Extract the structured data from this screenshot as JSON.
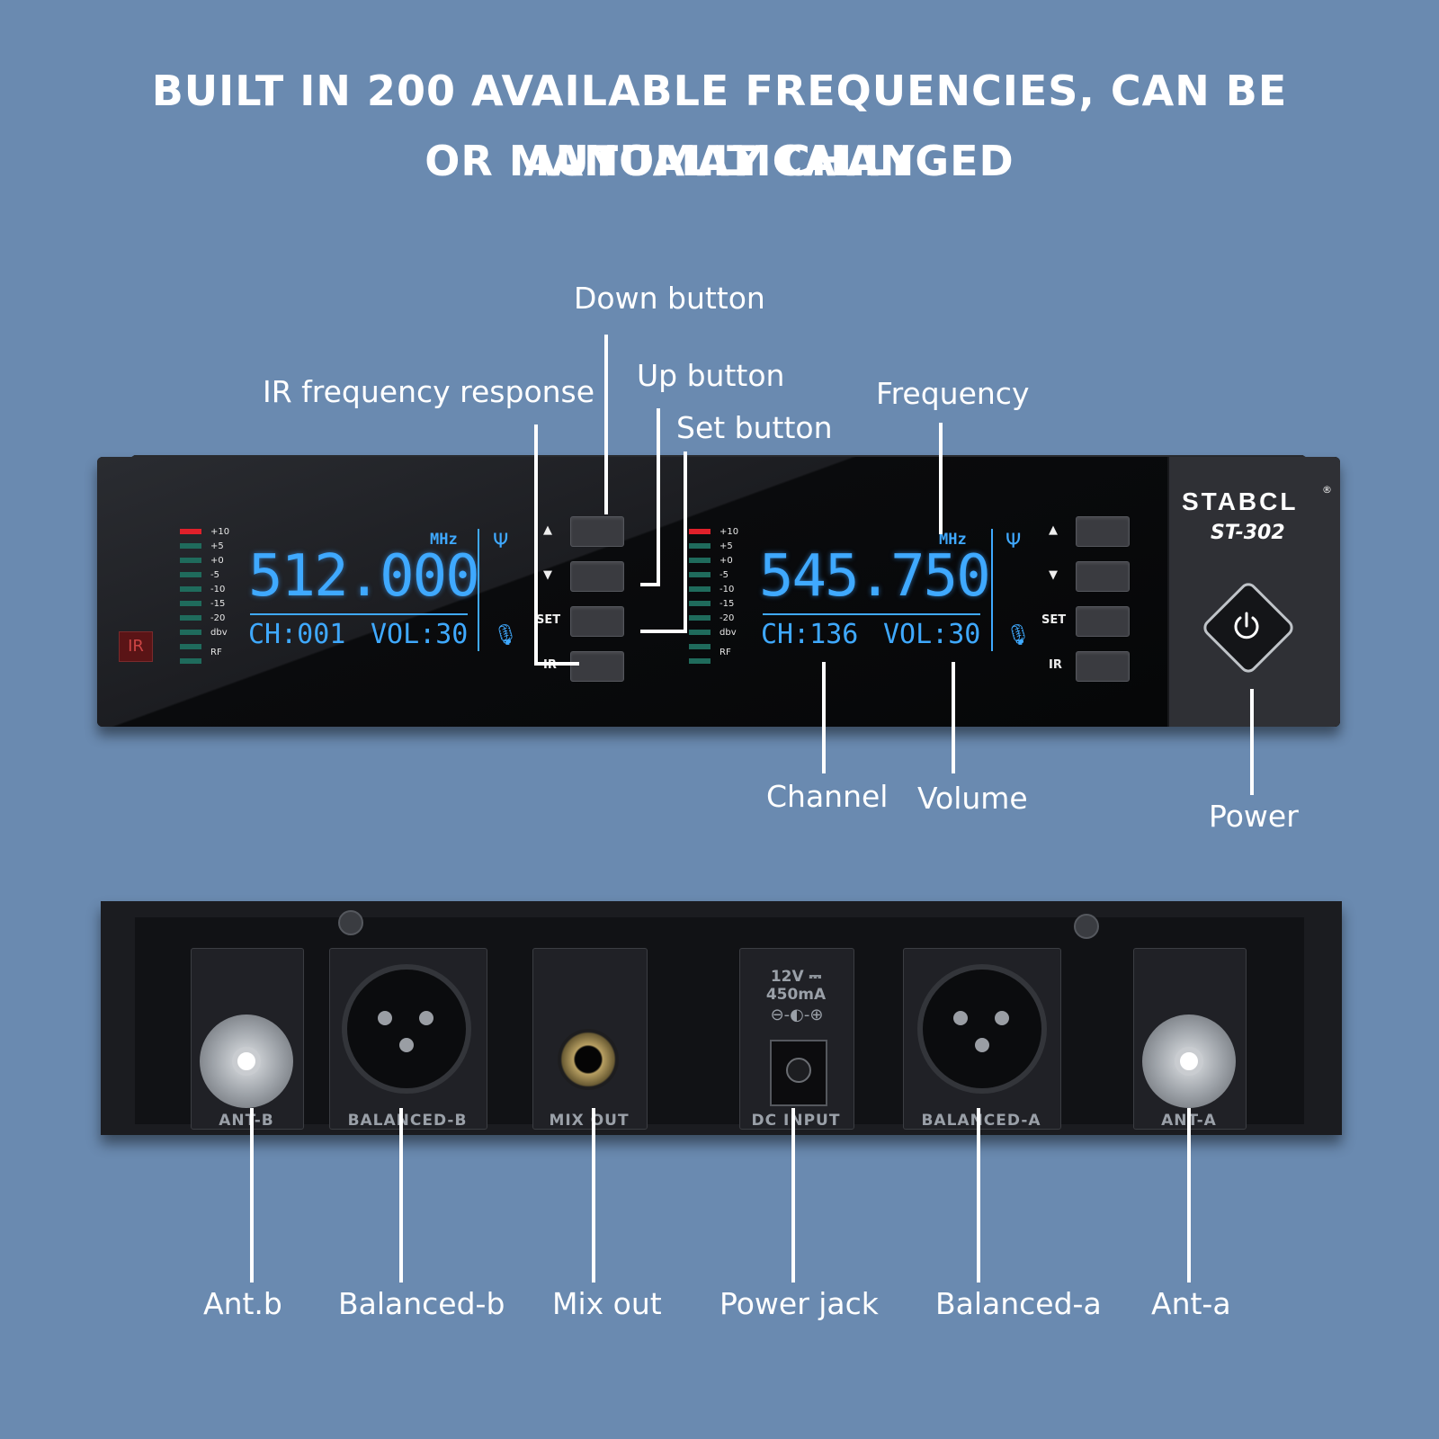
{
  "headline": {
    "line1": "BUILT IN 200 AVAILABLE FREQUENCIES, CAN BE AUTOMATICALLY",
    "line2": "OR MANUALLY CHANGED"
  },
  "front_callouts": {
    "down_button": "Down button",
    "up_button": "Up button",
    "set_button": "Set button",
    "ir_frequency_response": "IR frequency response",
    "frequency": "Frequency",
    "channel": "Channel",
    "volume": "Volume",
    "power": "Power"
  },
  "rear_callouts": {
    "ant_b": "Ant.b",
    "balanced_b": "Balanced-b",
    "mix_out": "Mix out",
    "power_jack": "Power jack",
    "balanced_a": "Balanced-a",
    "ant_a": "Ant-a"
  },
  "device": {
    "brand": "STABCL",
    "registered": "®",
    "model": "ST-302",
    "ir_badge": "IR",
    "meter_labels": [
      "+10",
      "+5",
      "+0",
      "-5",
      "-10",
      "-15",
      "-20",
      "dbv",
      "RF"
    ],
    "channel_b": {
      "unit": "MHz",
      "frequency": "512.000",
      "channel": "CH:001",
      "volume": "VOL:30"
    },
    "channel_a": {
      "unit": "MHz",
      "frequency": "545.750",
      "channel": "CH:136",
      "volume": "VOL:30"
    },
    "button_labels": {
      "up": "▲",
      "down": "▼",
      "set": "SET",
      "ir": "IR"
    },
    "rear_labels": {
      "ant_b": "ANT-B",
      "balanced_b": "BALANCED-B",
      "mix_out": "MIX OUT",
      "dc_input": "DC INPUT",
      "balanced_a": "BALANCED-A",
      "ant_a": "ANT-A",
      "dc_voltage": "12V ⎓",
      "dc_current": "450mA"
    }
  },
  "colors": {
    "background": "#6a8ab0",
    "lcd": "#3fa9ff",
    "meter_green": "#1f6b5c",
    "meter_red": "#e0202a"
  }
}
